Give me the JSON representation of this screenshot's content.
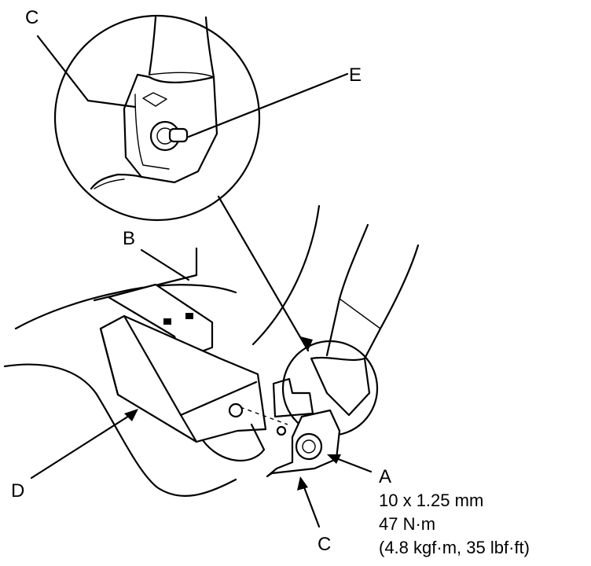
{
  "labels": {
    "a": "A",
    "b": "B",
    "c_top": "C",
    "c_bottom": "C",
    "d": "D",
    "e": "E"
  },
  "spec": {
    "thread": "10 x 1.25 mm",
    "torque_nm": "47 N·m",
    "torque_alt": "(4.8 kgf·m, 35 lbf·ft)"
  }
}
